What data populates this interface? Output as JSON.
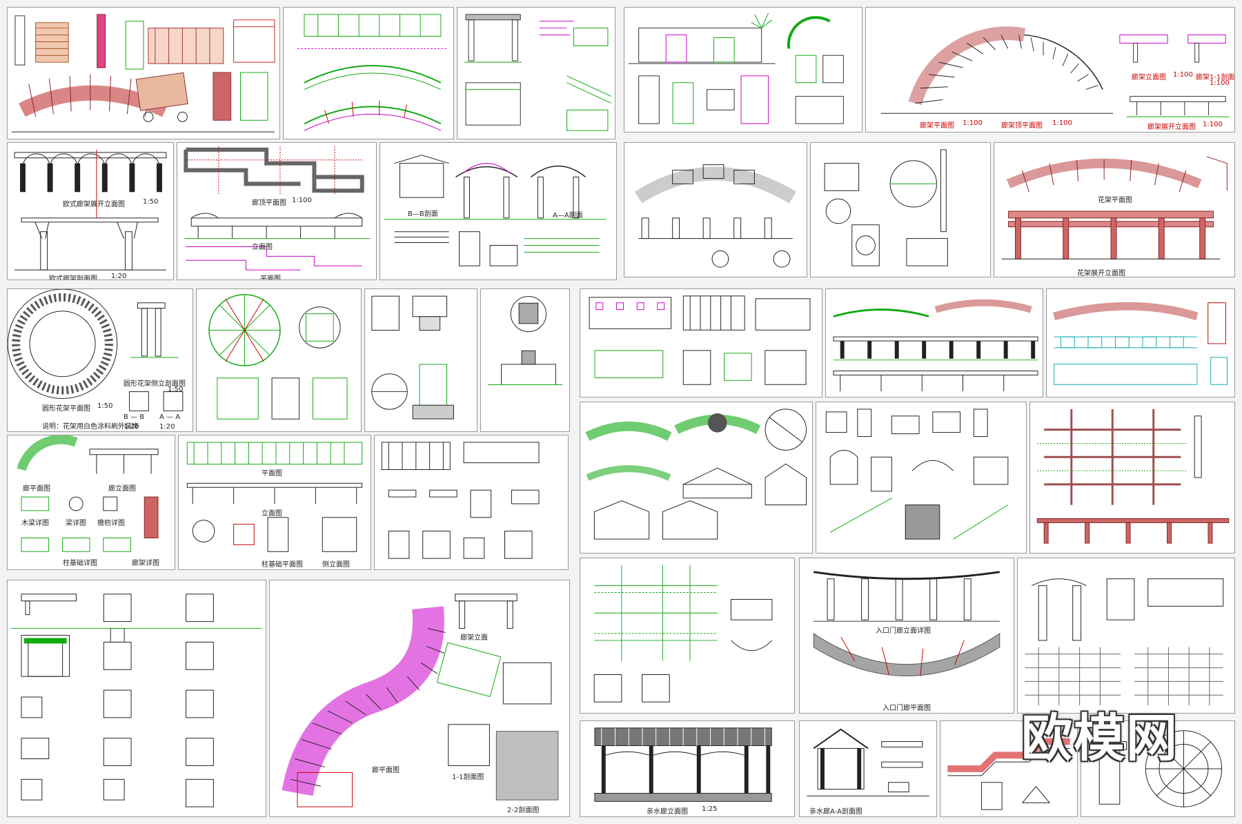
{
  "sheets": {
    "s5_title1": "廊架平面图",
    "s5_scale1": "1:100",
    "s5_title2": "廊架顶平面图",
    "s5_scale2": "1:100",
    "s5_title3": "廊架立面图",
    "s5_scale3": "1:100",
    "s5_title4": "廊架展开立面图",
    "s5_scale4": "1:100",
    "s5_title5": "廊架1-1剖面图",
    "s5_scale5": "1:100",
    "s6_title1": "欧式廊架展开立面图",
    "s6_scale1": "1:50",
    "s6_title2": "欧式廊架剖面图",
    "s6_scale2": "1:20",
    "s7_title1": "廊顶平面图",
    "s7_scale1": "1:100",
    "s7_title2": "立面图",
    "s7_title3": "平面图",
    "s8_title1": "B—B剖面",
    "s8_title2": "A—A剖面",
    "s9_title1": "立面图",
    "s10_title1": "花架平面图",
    "s10_title2": "花架展开立面图",
    "s11_title1": "圆形花架平面图",
    "s11_scale1": "1:50",
    "s11_title2": "圆形花架侧立剖面图",
    "s11_scale2": "1:50",
    "s11_note": "说明：花架用白色涂料刷外装饰",
    "s11_sec_b": "B — B",
    "s11_scale_b": "1:20",
    "s11_sec_a": "A — A",
    "s11_scale_a": "1:20",
    "s13_title1": "廊平面图",
    "s13_title2": "廊立面图",
    "s13_title3": "木梁详图",
    "s13_title4": "梁详图",
    "s13_title5": "檐枋详图",
    "s13_title6": "柱基础详图",
    "s13_title7": "廊架详图",
    "s14_title1": "平面图",
    "s14_title2": "立面图",
    "s14_title3": "柱基础平面图",
    "s14_title4": "侧立面图",
    "s17_title1": "底平面图",
    "s17_title2": "顶平面图",
    "s17_title3": "屋顶结构图",
    "s17_title4": "基础平面图",
    "s17_title5": "立面图",
    "s17_title6": "A-A剖面图",
    "s17_title7": "B-B剖面图",
    "s17_title8": "C-C剖面图",
    "s22_title1": "入口门廊立面详图",
    "s22_title2": "入口门廊平面图",
    "s25_title1": "廊平面图",
    "s25_title2": "廊架立面",
    "s25_title3": "1-1剖面图",
    "s25_title4": "2-2剖面图",
    "s26_title1": "亲水廊立面图",
    "s26_scale1": "1:25",
    "s27_title1": "亲水廊A-A剖面图"
  },
  "watermark": {
    "text": "欧模网"
  }
}
